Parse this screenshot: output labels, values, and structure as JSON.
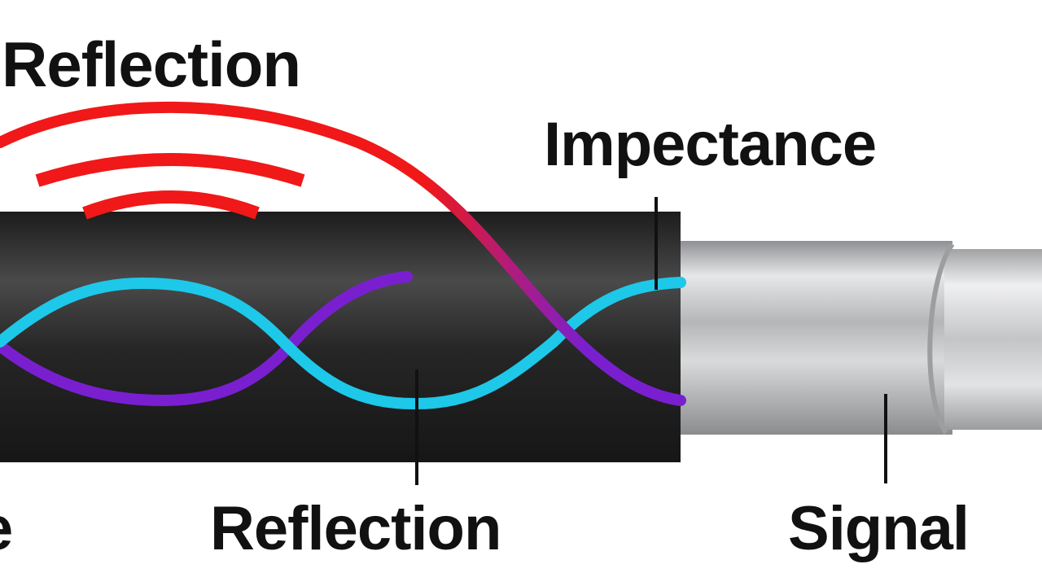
{
  "labels": {
    "top_reflection": "Reflection",
    "impectance": "Impectance",
    "bottom_reflection": "Reflection",
    "signal": "Signal",
    "partial_left": "e"
  },
  "colors": {
    "background": "#ffffff",
    "cable_jacket": "#262626",
    "cable_highlight": "#4a4a4a",
    "shield_silver": "#c2c4c6",
    "reflection_wave": "#f01818",
    "transmitted_wave": "#1ec8e8",
    "reflected_wave": "#7a1fd0",
    "leader_lines": "#111111"
  },
  "icons": {
    "reflection_arcs": "radiating-arcs-icon"
  }
}
